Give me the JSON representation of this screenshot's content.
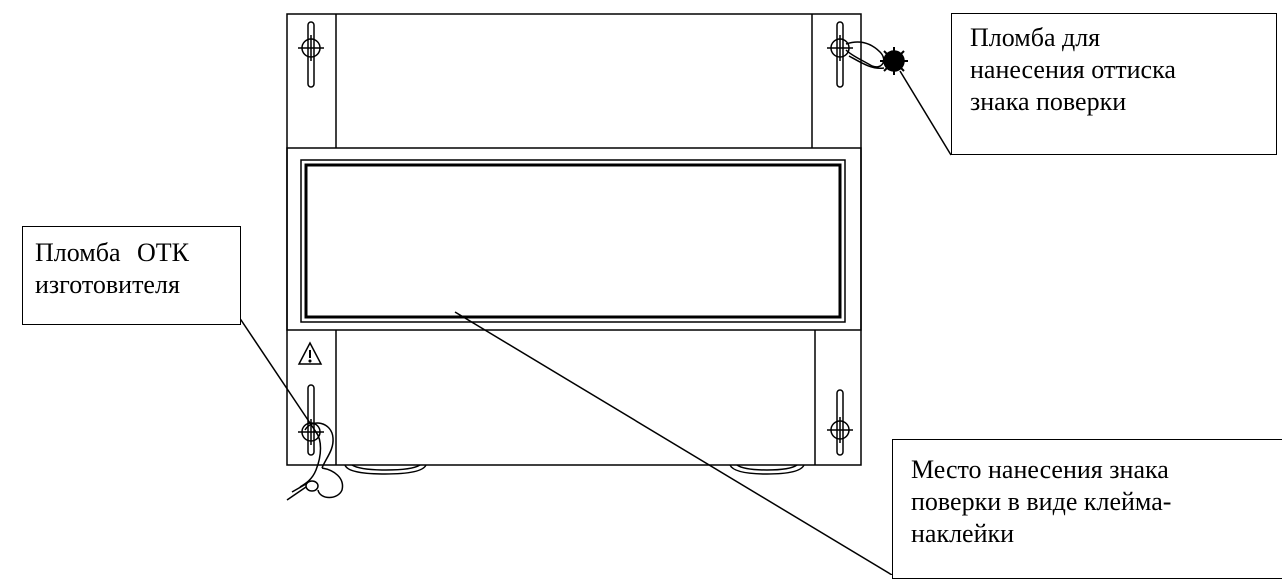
{
  "callouts": {
    "verification_seal": {
      "lines": [
        "Пломба для",
        "нанесения оттиска",
        "знака поверки"
      ]
    },
    "otk_seal": {
      "lines": [
        "Пломба ОТК",
        "изготовителя"
      ]
    },
    "sticker_place": {
      "lines": [
        "Место нанесения знака",
        "поверки в виде клейма-",
        "наклейки"
      ]
    }
  },
  "icons": {
    "warning": "warning-triangle-icon"
  },
  "colors": {
    "line": "#000000",
    "background": "#ffffff"
  }
}
